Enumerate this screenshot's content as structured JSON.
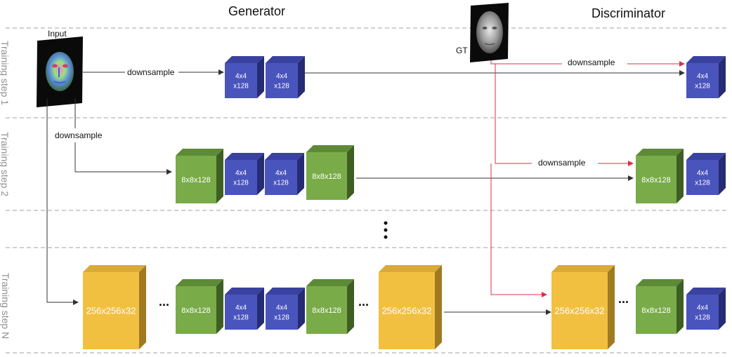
{
  "titles": {
    "generator": "Generator",
    "discriminator": "Discriminator"
  },
  "labels": {
    "input": "Input",
    "gt": "GT",
    "downsample": "downsample"
  },
  "steps": [
    "Training step 1",
    "Training step 2",
    "Training step N"
  ],
  "blocks": {
    "small": [
      "4x4",
      "x128"
    ],
    "mid": "8x8x128",
    "large": "256x256x32"
  },
  "ellipsis": "...",
  "colors": {
    "blue_front": "#4a54bd",
    "blue_top": "#3a42a0",
    "blue_side": "#262c73",
    "green_front": "#79ab48",
    "green_top": "#5d8a37",
    "green_side": "#3e5e24",
    "gold_front": "#f2c041",
    "gold_top": "#d9a93a",
    "gold_side": "#a07a22",
    "arrow": "#333333",
    "red_arrow": "#e03040",
    "divider": "#b5b5b5"
  }
}
